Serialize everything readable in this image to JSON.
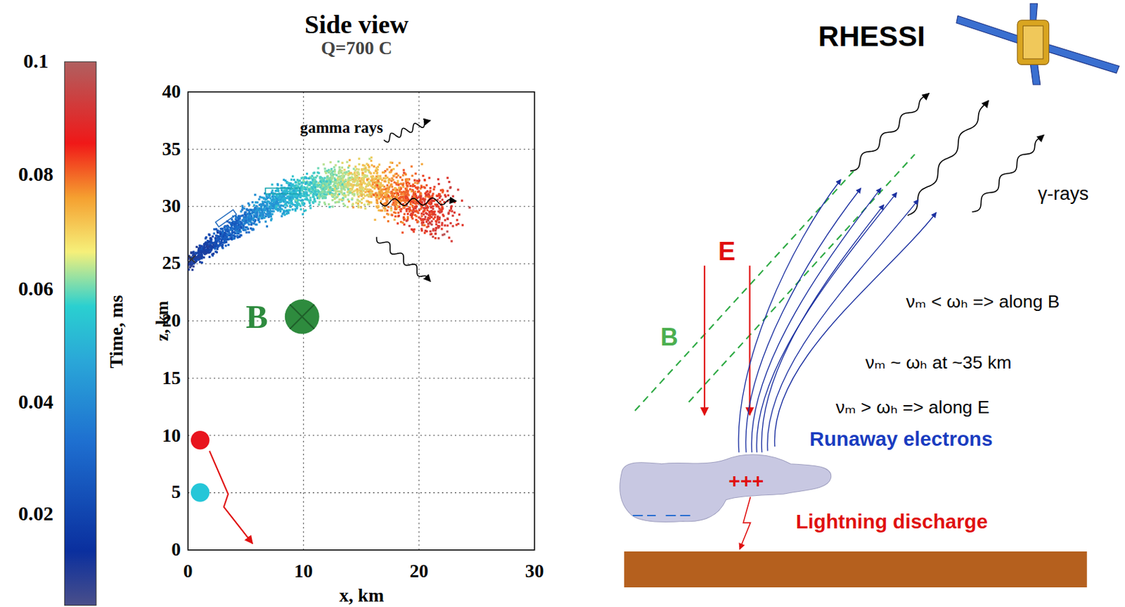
{
  "diagram": {
    "title": "Side view",
    "nodes": [
      {
        "text": [
          "+++"
        ]
      }
    ],
    "labels": [
      "Q=700 C",
      "0.1",
      "0.08",
      "0.06",
      "0.04",
      "0.02",
      "Time, ms",
      "40",
      "35",
      "30",
      "25",
      "20",
      "15",
      "10",
      "5",
      "0",
      "0",
      "10",
      "20",
      "30",
      "z, km",
      "x, km",
      "gamma rays",
      "B",
      "RHESSI",
      "γ-rays",
      "E",
      "B",
      "νₘ < ωₕ => along B",
      "νₘ ~ ωₕ at ~35 km",
      "νₘ > ωₕ => along E",
      "Runaway electrons",
      "Lightning discharge"
    ]
  }
}
